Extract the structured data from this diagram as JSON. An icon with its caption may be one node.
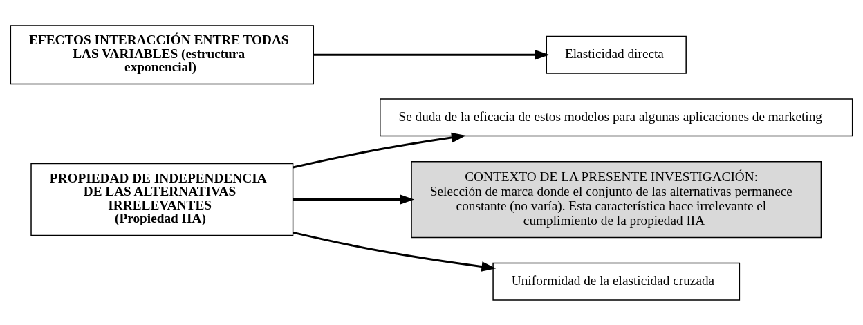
{
  "diagram": {
    "nodes": [
      {
        "text": [
          "PROPIEDAD DE INDEPENDENCIA DE LAS ALTERNATIVAS IRRELEVANTES",
          "(Propiedad IIA)"
        ]
      },
      {
        "text": [
          "Se duda de la eficacia de estos modelos para algunas aplicaciones de marketing"
        ]
      },
      {
        "text": [
          "CONTEXTO DE LA PRESENTE INVESTIGACIÓN:",
          "Selección de marca donde el conjunto de las alternativas permanece constante (no varía). Esta característica hace irrelevante el cumplimiento de la propiedad IIA"
        ]
      },
      {
        "text": [
          "Uniformidad de la elasticidad cruzada"
        ]
      },
      {
        "text": [
          "EFECTOS INTERACCIÓN ENTRE TODAS LAS VARIABLES (estructura exponencial)"
        ]
      },
      {
        "text": [
          "Elasticidad directa"
        ]
      }
    ],
    "edges": [
      {
        "from": 0,
        "to": 1,
        "arrow": "to"
      },
      {
        "from": 0,
        "to": 2,
        "arrow": "to"
      },
      {
        "from": 0,
        "to": 3,
        "arrow": "to"
      },
      {
        "from": 4,
        "to": 5,
        "arrow": "to"
      }
    ]
  }
}
